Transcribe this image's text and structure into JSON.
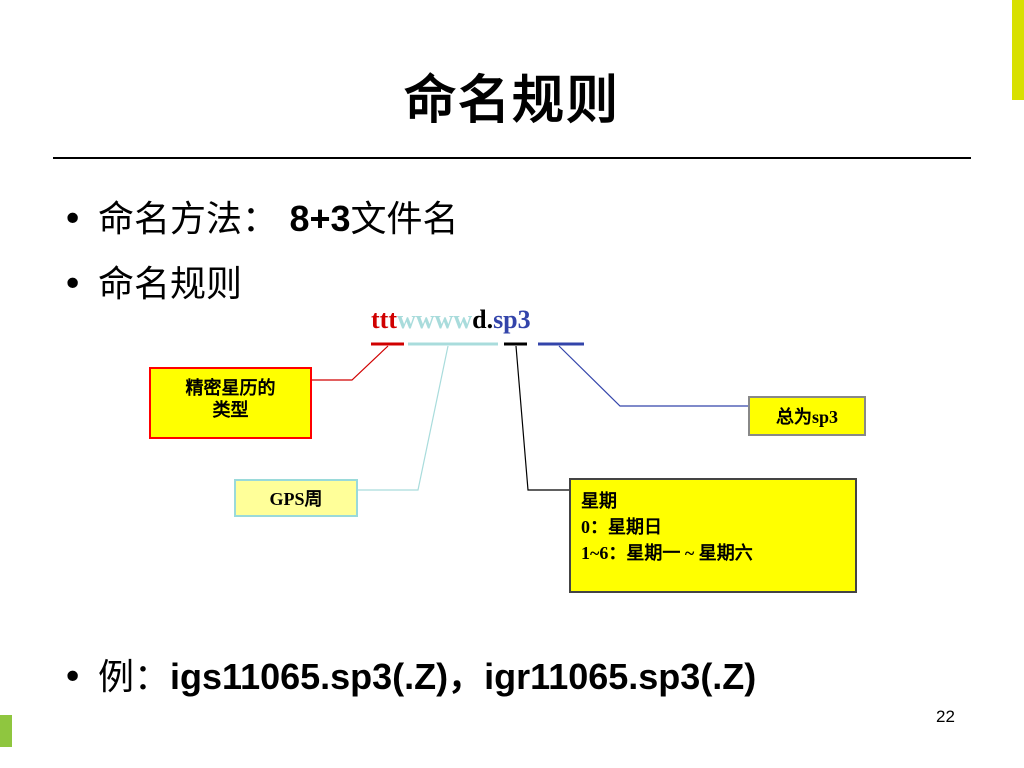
{
  "slide": {
    "title": "命名规则",
    "bullets": [
      {
        "cjk": "命名方法： ",
        "latin": "8+3",
        "tail": "文件名"
      },
      {
        "cjk": "命名规则",
        "latin": "",
        "tail": ""
      },
      {
        "cjk": "例：",
        "latin": "igs11065.sp3(.Z)，igr11065.sp3(.Z)",
        "tail": ""
      }
    ],
    "bullet_symbol": "•",
    "page_number": "22"
  },
  "filename": {
    "ttt": "ttt",
    "wwww": "wwww",
    "d": "d",
    "dot": ".",
    "ext": "sp3"
  },
  "callouts": {
    "type_lines": [
      "精密星历的",
      "类型"
    ],
    "gps_week": "GPS周",
    "always_sp3": "总为sp3",
    "day_lines": [
      "星期",
      "0：星期日",
      "1~6：星期一 ~ 星期六"
    ]
  },
  "colors": {
    "ttt": "#d00000",
    "wwww": "#a9dcdc",
    "d": "#000000",
    "sp3": "#3344aa",
    "callout_fill": "#ffff00",
    "accent_top": "#d8e000",
    "accent_bottom": "#8fc63f"
  }
}
